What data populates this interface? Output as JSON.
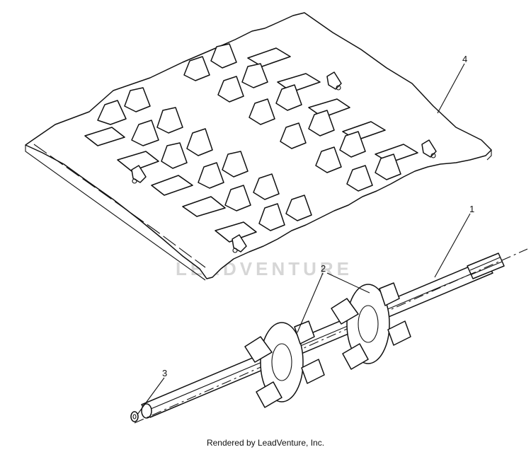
{
  "callouts": {
    "part_1": "1",
    "part_2": "2",
    "part_3": "3",
    "part_4": "4"
  },
  "watermark": "LEADVENTURE",
  "footer": "Rendered by LeadVenture, Inc."
}
